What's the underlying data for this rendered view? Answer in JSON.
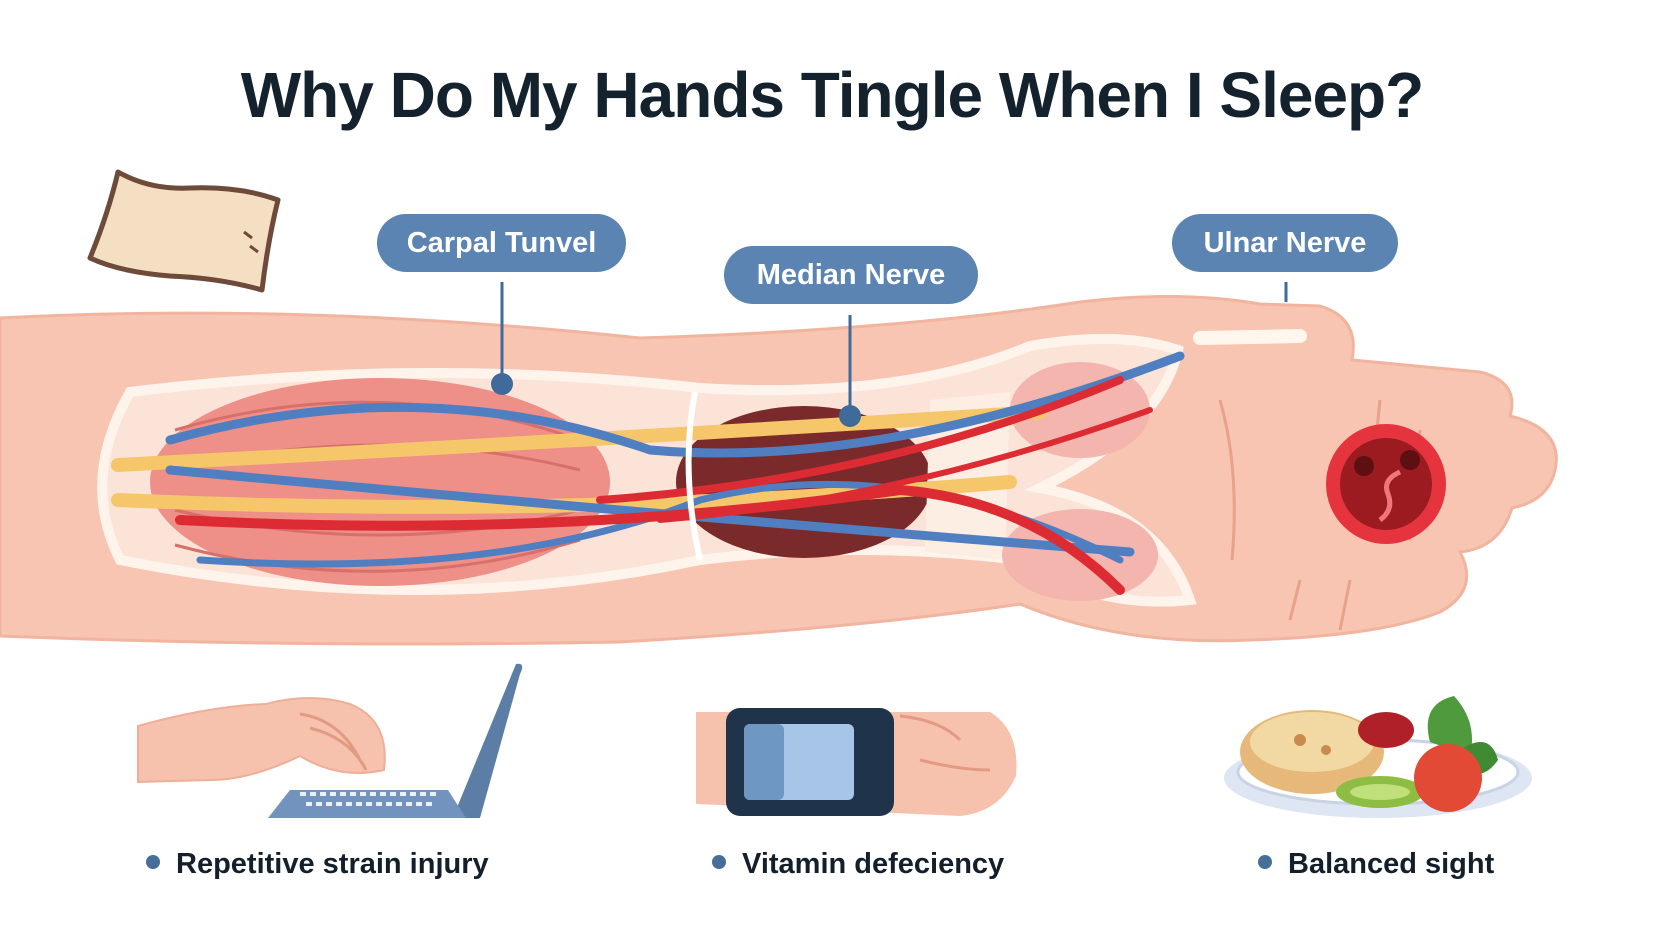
{
  "title": "Why Do My Hands Tingle When I Sleep?",
  "labels": {
    "carpal": "Carpal Tunvel",
    "median": "Median Nerve",
    "ulnar": "Ulnar Nerve"
  },
  "captions": {
    "rsi": "Repetitive strain injury",
    "vitamin": "Vitamin defeciency",
    "balanced": "Balanced sight"
  },
  "colors": {
    "skin": "#f6c2ae",
    "label_bg": "#5b84b3",
    "nerve_yellow": "#f5c76a",
    "nerve_blue": "#4f7fc0",
    "artery_red": "#dd2b34",
    "bullet": "#466e99",
    "title": "#14222e"
  },
  "icons": {
    "pillow": "pillow-icon",
    "laptop_hand": "laptop-typing-icon",
    "wrist_brace": "wrist-brace-icon",
    "food_plate": "food-plate-icon",
    "blood_cell": "blood-cell-icon"
  }
}
